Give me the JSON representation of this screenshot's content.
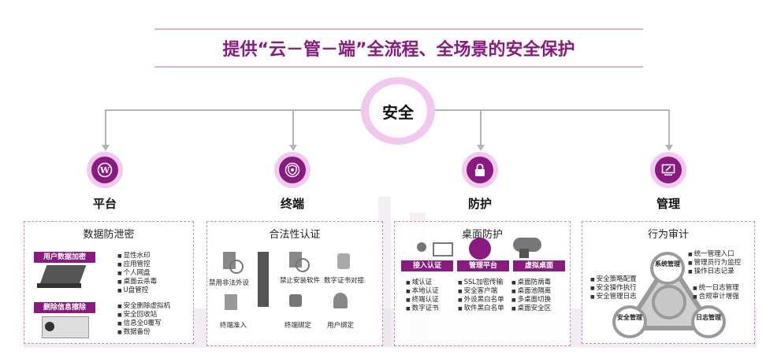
{
  "title": "提供“云－管－端”全流程、全场景的安全保护",
  "center": {
    "label": "安全"
  },
  "colors": {
    "accent": "#8a1a7f",
    "light": "#f3c9ee",
    "panel_border": "#c98ac2"
  },
  "categories": [
    {
      "label": "平台",
      "icon": "wordpress-icon"
    },
    {
      "label": "终端",
      "icon": "shield-badge-icon"
    },
    {
      "label": "防护",
      "icon": "lock-icon"
    },
    {
      "label": "管理",
      "icon": "monitor-edit-icon"
    }
  ],
  "panel1": {
    "title": "数据防泄密",
    "tag1": "用户数据加密",
    "list1": [
      "显性水印",
      "应用管控",
      "个人网盘",
      "桌面云杀毒",
      "U盘管控"
    ],
    "tag2": "删除信息擦除",
    "list2": [
      "安全删除虚拟机",
      "安全回收站",
      "信息全0覆写",
      "数据备份"
    ]
  },
  "panel2": {
    "title": "合法性认证",
    "items": [
      "禁用非法外设",
      "禁止安装软件",
      "数字证书对接",
      "终端准入",
      "终端绑定",
      "用户绑定"
    ]
  },
  "panel3": {
    "title": "桌面防护",
    "tags": [
      "接入认证",
      "管理平台",
      "虚拟桌面"
    ],
    "col1": [
      "域认证",
      "本地认证",
      "终端认证",
      "数字证书"
    ],
    "col2": [
      "SSL加密传输",
      "安全客户端",
      "外设黑白名单",
      "软件黑白名单"
    ],
    "col3": [
      "桌面防病毒",
      "桌面池隔离",
      "多桌面切换",
      "桌面安全区"
    ]
  },
  "panel4": {
    "title": "行为审计",
    "nodes": [
      "系统管理",
      "安全管理",
      "日志管理"
    ],
    "list_top": [
      "统一管理入口",
      "管理员行为监控",
      "操作日志记录"
    ],
    "list_left": [
      "安全策略配置",
      "安全操作执行",
      "安全管理日志"
    ],
    "list_right": [
      "统一日志管理",
      "合规审计增强"
    ]
  }
}
